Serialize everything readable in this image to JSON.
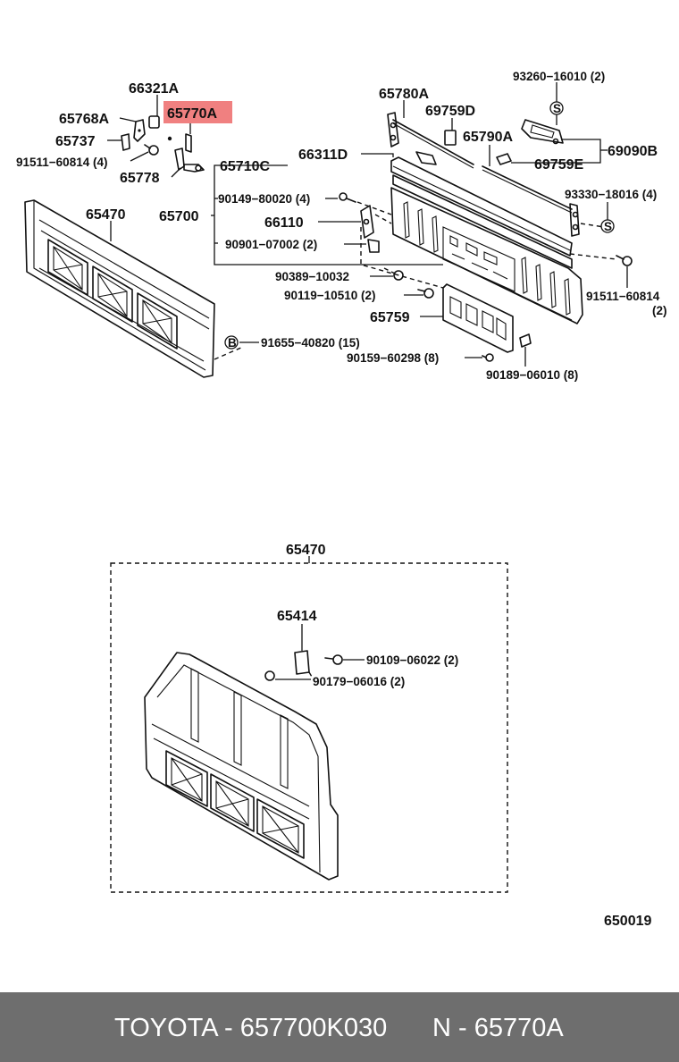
{
  "labels": {
    "p66321A": "66321A",
    "p65770A": "65770A",
    "p65768A": "65768A",
    "p65737": "65737",
    "p91511_60814_4": "91511−60814 (4)",
    "p65778": "65778",
    "p65470_top": "65470",
    "p65700": "65700",
    "p65780A": "65780A",
    "p69759D": "69759D",
    "p65790A": "65790A",
    "p93260": "93260−16010 (2)",
    "p69090B": "69090B",
    "p69759E": "69759E",
    "p65710C": "65710C",
    "p66311D": "66311D",
    "p90149": "90149−80020 (4)",
    "p93330": "93330−18016 (4)",
    "p66110": "66110",
    "p90901": "90901−07002 (2)",
    "p90389": "90389−10032",
    "p91511_right": "91511−60814",
    "p91511_right_qty": "(2)",
    "p90119": "90119−10510 (2)",
    "p65759": "65759",
    "p91655": "91655−40820 (15)",
    "p90159": "90159−60298 (8)",
    "p90189": "90189−06010 (8)",
    "p65470_box": "65470",
    "p65414": "65414",
    "p90109": "90109−06022 (2)",
    "p90179": "90179−06016 (2)",
    "diagram_id": "650019",
    "symbol_s": "S",
    "symbol_b": "B"
  },
  "highlight_color": "#f08080",
  "footer": {
    "left": "TOYOTA - 657700K030",
    "right": "N - 65770A"
  }
}
